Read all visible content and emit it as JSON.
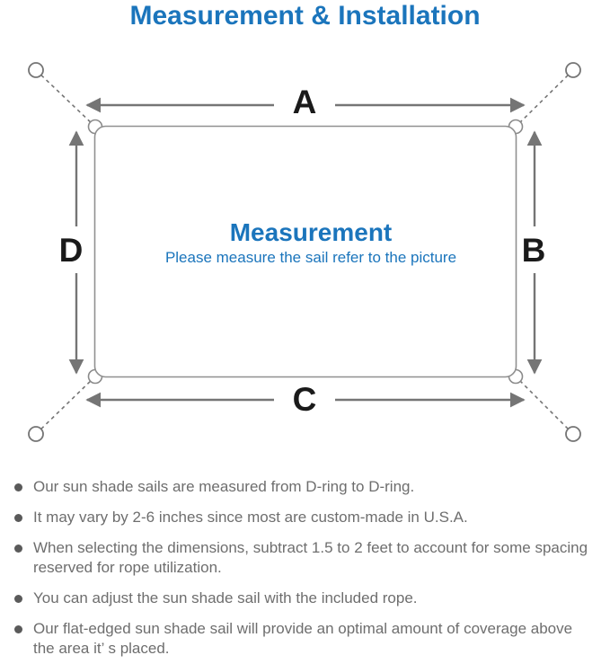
{
  "title": "Measurement & Installation",
  "diagram": {
    "labels": {
      "top": "A",
      "right": "B",
      "bottom": "C",
      "left": "D"
    },
    "center_title": "Measurement",
    "center_subtitle": "Please measure the sail refer to the picture"
  },
  "notes": {
    "items": [
      "Our sun shade sails are measured from D-ring to D-ring.",
      "It may vary by 2-6 inches since most are custom-made in U.S.A.",
      "When selecting the dimensions, subtract 1.5 to 2 feet to account for some spacing\nreserved for rope utilization.",
      "You can adjust the sun shade sail with the included rope.",
      "Our flat-edged sun shade sail will provide an optimal amount of coverage above\nthe area it’ s placed."
    ]
  },
  "colors": {
    "title_blue": "#1b75bc",
    "line_gray": "#757575",
    "sail_outline_gray": "#909090",
    "dimension_label_black": "#1a1a1a",
    "note_text_gray": "#6e6e6e",
    "bullet_gray": "#5a5a5a"
  }
}
